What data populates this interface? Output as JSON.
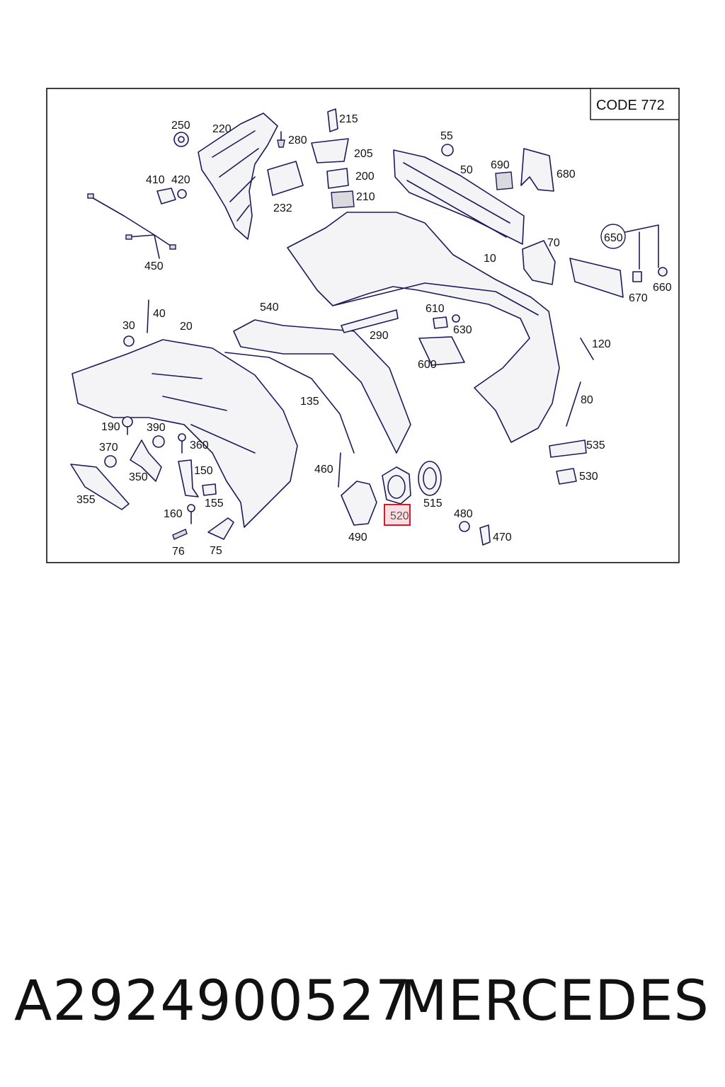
{
  "diagram": {
    "code_label": "CODE 772",
    "highlighted_callout": "520",
    "callouts": {
      "c250": "250",
      "c220": "220",
      "c280": "280",
      "c215": "215",
      "c205": "205",
      "c200": "200",
      "c210": "210",
      "c232": "232",
      "c410": "410",
      "c420": "420",
      "c450": "450",
      "c55": "55",
      "c50": "50",
      "c690": "690",
      "c680": "680",
      "c650": "650",
      "c70": "70",
      "c10": "10",
      "c670": "670",
      "c660": "660",
      "c40": "40",
      "c30": "30",
      "c20": "20",
      "c540": "540",
      "c610": "610",
      "c630": "630",
      "c290": "290",
      "c600": "600",
      "c120": "120",
      "c135": "135",
      "c80": "80",
      "c190": "190",
      "c390": "390",
      "c370": "370",
      "c360": "360",
      "c350": "350",
      "c150": "150",
      "c355": "355",
      "c155": "155",
      "c160": "160",
      "c76": "76",
      "c75": "75",
      "c460": "460",
      "c490": "490",
      "c515": "515",
      "c535": "535",
      "c530": "530",
      "c480": "480",
      "c470": "470"
    }
  },
  "footer": {
    "part_number": "A2924900527",
    "brand": "MERCEDES"
  }
}
